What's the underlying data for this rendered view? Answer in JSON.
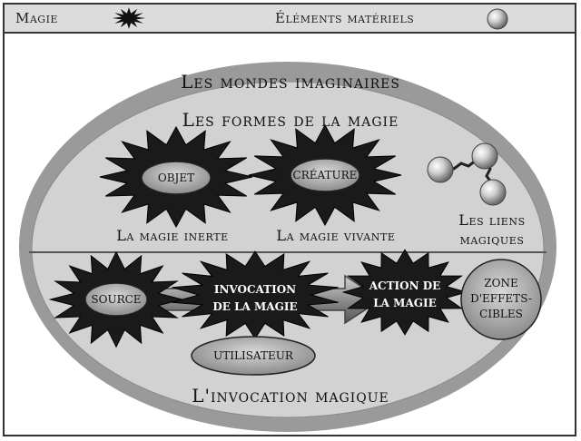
{
  "legend": {
    "magie_label": "Magie",
    "elements_label": "Éléments matériels",
    "star_icon": "star-burst-icon",
    "sphere_icon": "sphere-icon"
  },
  "diagram": {
    "outer_title": "Les mondes imaginaires",
    "upper_title": "Les formes de la magie",
    "lower_title": "L'invocation magique",
    "objet": "OBJET",
    "creature": "CRÉATURE",
    "magie_inerte": "La magie inerte",
    "magie_vivante": "La magie vivante",
    "liens_line1": "Les liens",
    "liens_line2": "magiques",
    "source": "SOURCE",
    "invocation_line1": "Invocation",
    "invocation_line2": "de la magie",
    "action_line1": "Action de",
    "action_line2": "la magie",
    "zone_line1": "Zone",
    "zone_line2": "d'effets-",
    "zone_line3": "cibles",
    "utilisateur": "UTILISATEUR"
  },
  "colors": {
    "ellipse_fill": "#d2d2d2",
    "ellipse_ring": "#9a9a9a",
    "star_fill": "#1a1a1a",
    "pill_fill": "#9c9c9c"
  }
}
